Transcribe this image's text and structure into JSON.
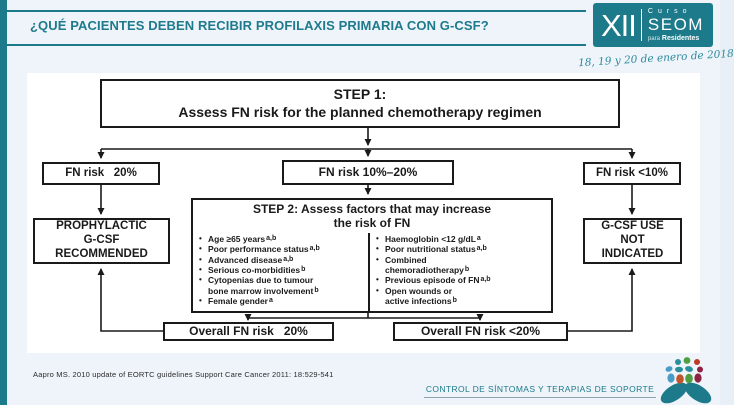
{
  "slide": {
    "title": "¿QUÉ PACIENTES DEBEN RECIBIR PROFILAXIS PRIMARIA CON G-CSF?",
    "date_script": "18, 19 y 20 de enero de 2018",
    "citation": "Aapro MS. 2010 update of EORTC guidelines Support Care Cancer 2011: 18:529-541",
    "course_label": "CONTROL DE SÍNTOMAS Y TERAPIAS DE SOPORTE"
  },
  "logo": {
    "numeral": "XII",
    "curso": "Curso",
    "seom": "SEOM",
    "para": "para",
    "residentes": "Residentes"
  },
  "flowchart": {
    "step1": {
      "line1": "STEP 1:",
      "line2": "Assess FN risk for the planned chemotherapy regimen"
    },
    "fn_high": "FN risk   20%",
    "fn_mid": "FN risk 10%–20%",
    "fn_low": "FN risk <10%",
    "prophylactic": [
      "PROPHYLACTIC",
      "G-CSF",
      "RECOMMENDED"
    ],
    "gcsf_not": [
      "G-CSF USE",
      "NOT",
      "INDICATED"
    ],
    "step2": {
      "title_line1": "STEP 2: Assess factors that may increase",
      "title_line2": "the risk of FN",
      "left_rows": [
        {
          "b": "•",
          "t": "Age ≥65 years",
          "s": "a,b"
        },
        {
          "b": "•",
          "t": "Poor performance status",
          "s": "a,b"
        },
        {
          "b": "•",
          "t": "Advanced disease",
          "s": "a,b"
        },
        {
          "b": "•",
          "t": "Serious co-morbidities",
          "s": "b"
        },
        {
          "b": "•",
          "t": "Cytopenias due to tumour",
          "s": ""
        },
        {
          "b": "",
          "t": "bone marrow involvement",
          "s": "b"
        },
        {
          "b": "•",
          "t": "Female gender",
          "s": "a"
        }
      ],
      "right_rows": [
        {
          "b": "•",
          "t": "Haemoglobin <12 g/dL",
          "s": "a"
        },
        {
          "b": "•",
          "t": "Poor nutritional status",
          "s": "a,b"
        },
        {
          "b": "•",
          "t": "Combined",
          "s": ""
        },
        {
          "b": "",
          "t": "chemoradiotherapy",
          "s": "b"
        },
        {
          "b": "•",
          "t": "Previous episode of FN",
          "s": "a,b"
        },
        {
          "b": "•",
          "t": "Open wounds or",
          "s": ""
        },
        {
          "b": "",
          "t": "active infections",
          "s": "b"
        }
      ]
    },
    "overall_high": "Overall FN risk   20%",
    "overall_low": "Overall FN risk <20%"
  },
  "colors": {
    "teal": "#1d7a8a",
    "slide_bg": "#eef4f9",
    "box_border": "#1a1a1a",
    "underline_gray": "#8fa3ae"
  }
}
